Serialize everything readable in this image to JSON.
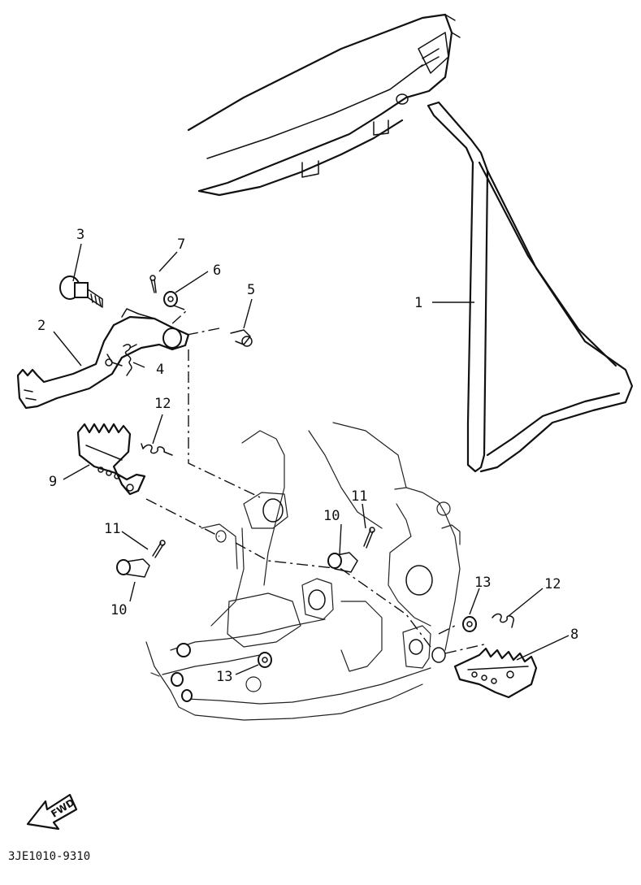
{
  "diagram": {
    "part_numbers": {
      "p1": "1",
      "p2": "2",
      "p3": "3",
      "p4": "4",
      "p5": "5",
      "p6": "6",
      "p7": "7",
      "p8": "8",
      "p9": "9",
      "p10_left": "10",
      "p10_right": "10",
      "p11_left": "11",
      "p11_right": "11",
      "p12_left": "12",
      "p12_right": "12",
      "p13_left": "13",
      "p13_right": "13"
    },
    "fwd_label": "FWD",
    "drawing_code": "3JE1010-9310"
  }
}
